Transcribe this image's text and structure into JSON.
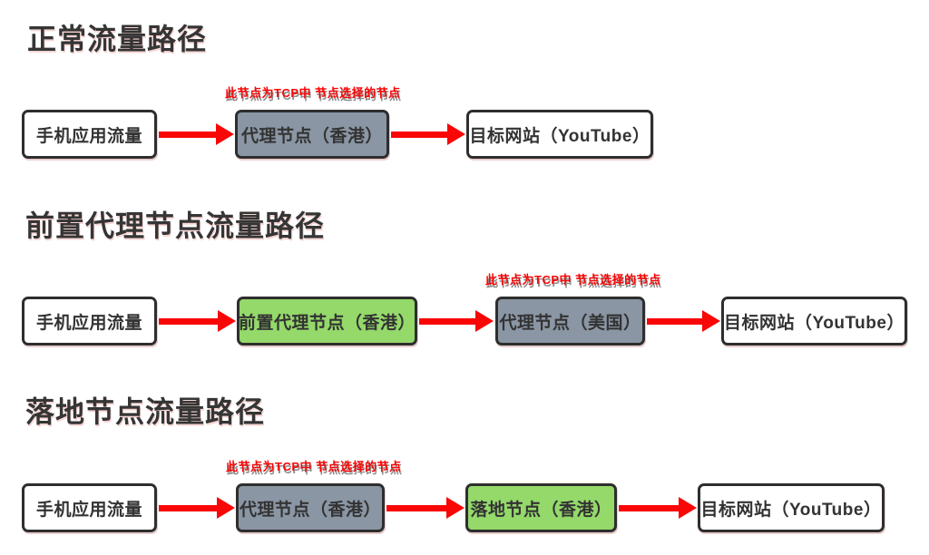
{
  "diagram": {
    "colors": {
      "background": "#ffffff",
      "title_text": "#353535",
      "box_border": "#2e2e2e",
      "box_text": "#333333",
      "white_box_bg": "#ffffff",
      "gray_box_bg": "#8a96a4",
      "green_box_bg": "#94d96a",
      "arrow_red": "#f90606",
      "annotation_red": "#f90606"
    },
    "sections": [
      {
        "title": "正常流量路径",
        "nodes": [
          {
            "label": "手机应用流量",
            "type": "white"
          },
          {
            "label": "代理节点（香港）",
            "type": "gray",
            "annotation": "此节点为TCP中 节点选择的节点"
          },
          {
            "label": "目标网站（YouTube）",
            "type": "white"
          }
        ]
      },
      {
        "title": "前置代理节点流量路径",
        "nodes": [
          {
            "label": "手机应用流量",
            "type": "white"
          },
          {
            "label": "前置代理节点（香港）",
            "type": "green"
          },
          {
            "label": "代理节点（美国）",
            "type": "gray",
            "annotation": "此节点为TCP中 节点选择的节点"
          },
          {
            "label": "目标网站（YouTube）",
            "type": "white"
          }
        ]
      },
      {
        "title": "落地节点流量路径",
        "nodes": [
          {
            "label": "手机应用流量",
            "type": "white"
          },
          {
            "label": "代理节点（香港）",
            "type": "gray",
            "annotation": "此节点为TCP中 节点选择的节点"
          },
          {
            "label": "落地节点（香港）",
            "type": "green"
          },
          {
            "label": "目标网站（YouTube）",
            "type": "white"
          }
        ]
      }
    ]
  }
}
